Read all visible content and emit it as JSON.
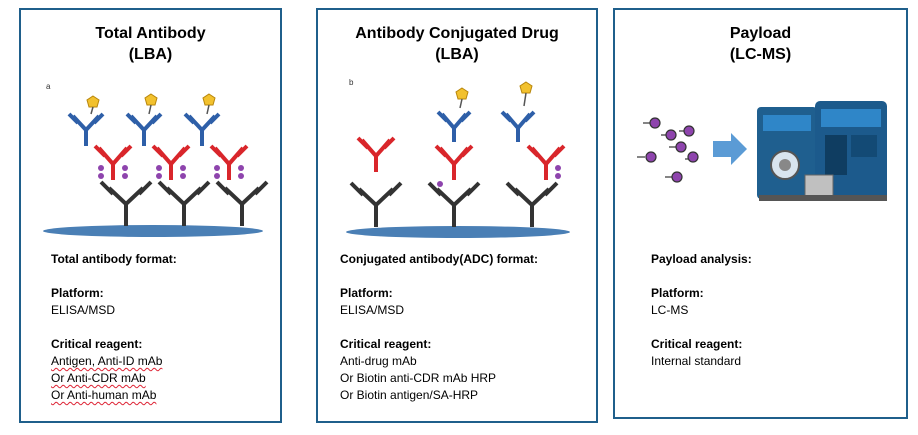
{
  "panels": [
    {
      "title_line1": "Total Antibody",
      "title_line2": "(LBA)",
      "fig_label": "a",
      "format_heading": "Total antibody format:",
      "platform_heading": "Platform:",
      "platform_value": "ELISA/MSD",
      "reagent_heading": "Critical reagent:",
      "reagents": [
        "Antigen, Anti-ID mAb",
        "Or Anti-CDR mAb",
        "Or Anti-human mAb"
      ]
    },
    {
      "title_line1": "Antibody Conjugated Drug",
      "title_line2": "(LBA)",
      "fig_label": "b",
      "format_heading": "Conjugated antibody(ADC) format:",
      "platform_heading": "Platform:",
      "platform_value": "ELISA/MSD",
      "reagent_heading": "Critical reagent:",
      "reagents": [
        "Anti-drug mAb",
        "Or Biotin anti-CDR mAb HRP",
        "Or Biotin antigen/SA-HRP"
      ]
    },
    {
      "title_line1": "Payload",
      "title_line2": "(LC-MS)",
      "format_heading": "Payload analysis:",
      "platform_heading": "Platform:",
      "platform_value": "LC-MS",
      "reagent_heading": "Critical reagent:",
      "reagents": [
        "Internal standard"
      ]
    }
  ],
  "colors": {
    "border": "#1f5f8b",
    "capture_antibody": "#333333",
    "drug_antibody": "#d9262b",
    "detection_antibody": "#2e5fa8",
    "payload": "#8e44ad",
    "label_tag": "#f2c12e",
    "plate": "#4a7fb5",
    "instrument": "#1f6fb0"
  }
}
